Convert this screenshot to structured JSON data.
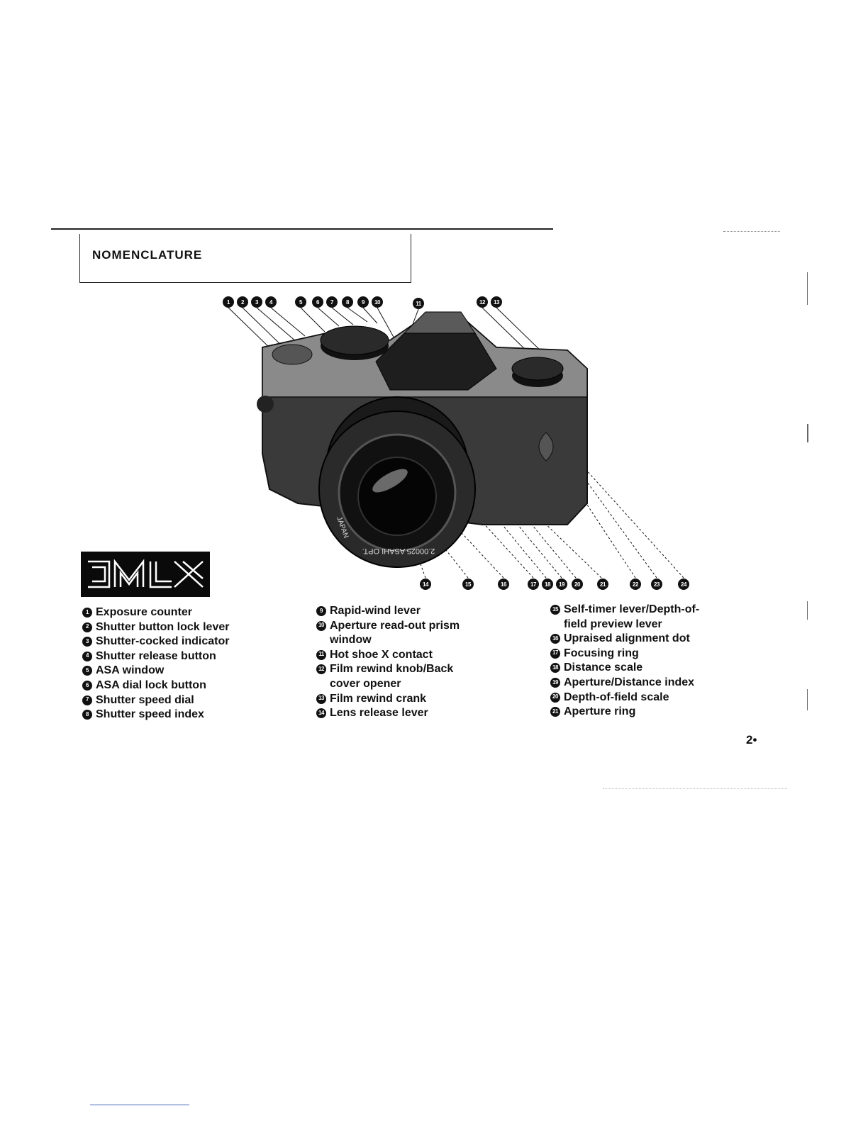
{
  "header": {
    "title": "NOMENCLATURE"
  },
  "logo": {
    "text": "MX"
  },
  "legend": {
    "col1": [
      {
        "num": "1",
        "label": "Exposure counter"
      },
      {
        "num": "2",
        "label": "Shutter button lock lever"
      },
      {
        "num": "3",
        "label": "Shutter-cocked indicator"
      },
      {
        "num": "4",
        "label": "Shutter release button"
      },
      {
        "num": "5",
        "label": "ASA window"
      },
      {
        "num": "6",
        "label": "ASA dial lock button"
      },
      {
        "num": "7",
        "label": "Shutter speed dial"
      },
      {
        "num": "8",
        "label": "Shutter speed index"
      }
    ],
    "col2": [
      {
        "num": "9",
        "label": "Rapid-wind lever"
      },
      {
        "num": "10",
        "label": "Aperture read-out prism",
        "cont": "window"
      },
      {
        "num": "11",
        "label": "Hot shoe X contact"
      },
      {
        "num": "12",
        "label": "Film rewind knob/Back",
        "cont": "cover opener"
      },
      {
        "num": "13",
        "label": "Film rewind crank"
      },
      {
        "num": "14",
        "label": "Lens release lever"
      }
    ],
    "col3": [
      {
        "num": "15",
        "label": "Self-timer lever/Depth-of-",
        "cont": "field preview lever"
      },
      {
        "num": "16",
        "label": "Upraised alignment dot"
      },
      {
        "num": "17",
        "label": "Focusing ring"
      },
      {
        "num": "18",
        "label": "Distance scale"
      },
      {
        "num": "19",
        "label": "Aperture/Distance index"
      },
      {
        "num": "20",
        "label": "Depth-of-field scale"
      },
      {
        "num": "21",
        "label": "Aperture ring"
      }
    ]
  },
  "callouts": {
    "top": [
      "1",
      "2",
      "3",
      "4",
      "5",
      "6",
      "7",
      "8",
      "9",
      "10",
      "11",
      "12",
      "13"
    ],
    "bottom": [
      "14",
      "15",
      "16",
      "17",
      "18",
      "19",
      "20",
      "21",
      "22",
      "23",
      "24"
    ]
  },
  "lens_text": {
    "ring1": "2.00025 ASAHI OPT.",
    "ring2": "JAPAN"
  },
  "page": {
    "number": "2•"
  }
}
